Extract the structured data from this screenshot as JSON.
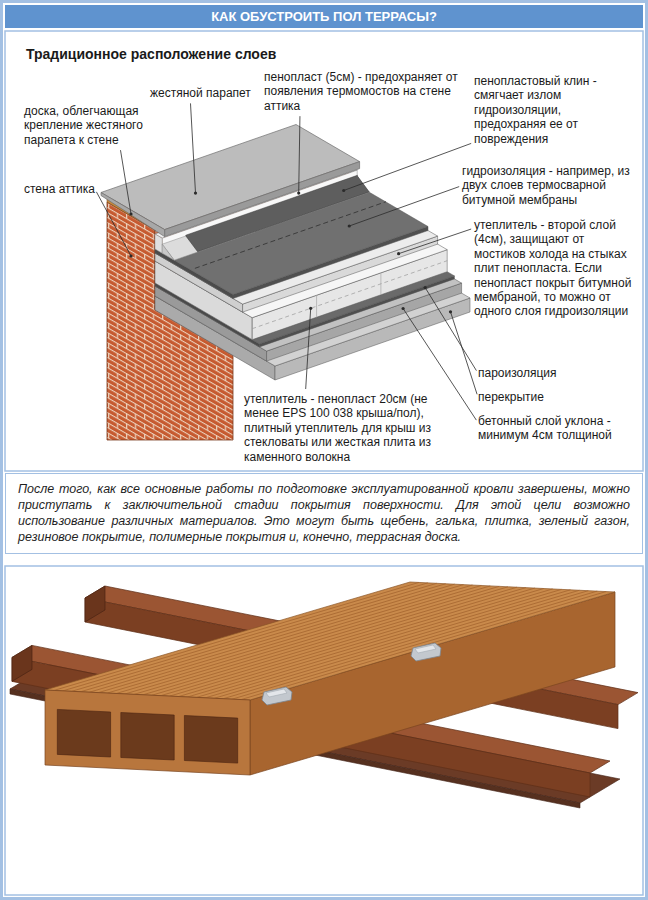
{
  "diagram": {
    "title": "КАК ОБУСТРОИТЬ ПОЛ ТЕРРАСЫ?",
    "nodes": [
      {
        "text": [
          "После того, как все основные работы по подготовке эксплуатированной кровли завершены, можно приступать к заключительной стадии покрытия поверхности. Для этой цели возможно использование различных материалов. Это могут быть щебень, галька, плитка, зеленый газон, резиновое покрытие, полимерные покрытия и, конечно, террасная доска."
        ]
      }
    ],
    "labels": [
      "Традиционное расположение слоев",
      "доска, облегчающая крепление жестяного парапета к стене",
      "стена аттика",
      "жестяной парапет",
      "пенопласт (5см) - предохраняет от появления термомостов на стене аттика",
      "пенопластовый клин - смягчает излом гидроизоляции, предохраняя ее от повреждения",
      "гидроизоляция - например, из двух слоев термосварной битумной мембраны",
      "утеплитель - второй слой (4см), защищают от мостиков холода на стыках плит пенопласта. Если пенопласт покрыт битумной мембраной, то можно от одного слоя гидроизоляции",
      "пароизоляция",
      "перекрытие",
      "бетонный слой уклона - минимум 4см толщиной",
      "утеплитель - пенопласт 20см (не менее EPS 100 038 крыша/пол), плитный утеплитель для крыш из стекловаты или жесткая плита из каменного волокна"
    ]
  }
}
